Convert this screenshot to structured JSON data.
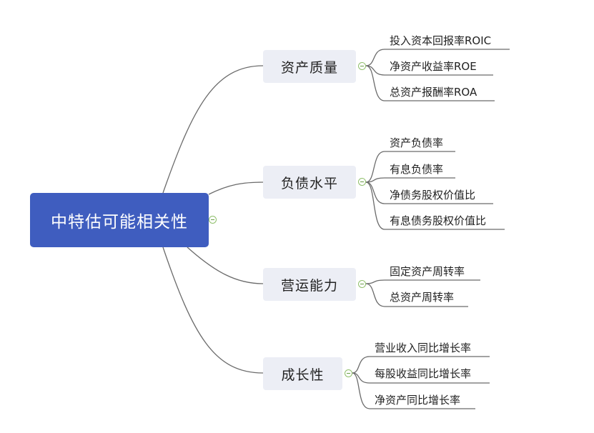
{
  "root": {
    "label": "中特估可能相关性"
  },
  "branches": [
    {
      "label": "资产质量",
      "leaves": [
        "投入资本回报率ROIC",
        "净资产收益率ROE",
        "总资产报酬率ROA"
      ]
    },
    {
      "label": "负债水平",
      "leaves": [
        "资产负债率",
        "有息负债率",
        "净债务股权价值比",
        "有息债务股权价值比"
      ]
    },
    {
      "label": "营运能力",
      "leaves": [
        "固定资产周转率",
        "总资产周转率"
      ]
    },
    {
      "label": "成长性",
      "leaves": [
        "营业收入同比增长率",
        "每股收益同比增长率",
        "净资产同比增长率"
      ]
    }
  ],
  "colors": {
    "root_fill": "#3f5dbf",
    "branch_fill": "#eceef5",
    "line": "#6b6b6b",
    "toggle": "#8fbf6a"
  }
}
